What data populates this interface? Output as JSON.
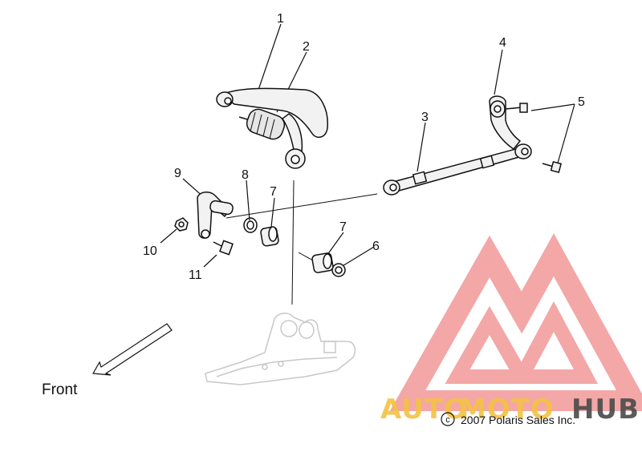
{
  "callouts": [
    "1",
    "2",
    "3",
    "4",
    "5",
    "6",
    "7",
    "7",
    "8",
    "9",
    "10",
    "11"
  ],
  "front_label": "Front",
  "copyright": "2007 Polaris Sales Inc.",
  "copyright_symbol": "c",
  "watermark": {
    "brand_part1": "AUTO",
    "brand_part2": "MOTO",
    "brand_part3": "HUB",
    "color_logo": "#f08a8a",
    "color_auto": "#f5c242",
    "color_moto": "#f5c242",
    "color_hub": "#4a4a4a"
  },
  "colors": {
    "line": "#111111",
    "part_fill": "#f2f2f2",
    "ghost": "#c8c8c8"
  }
}
